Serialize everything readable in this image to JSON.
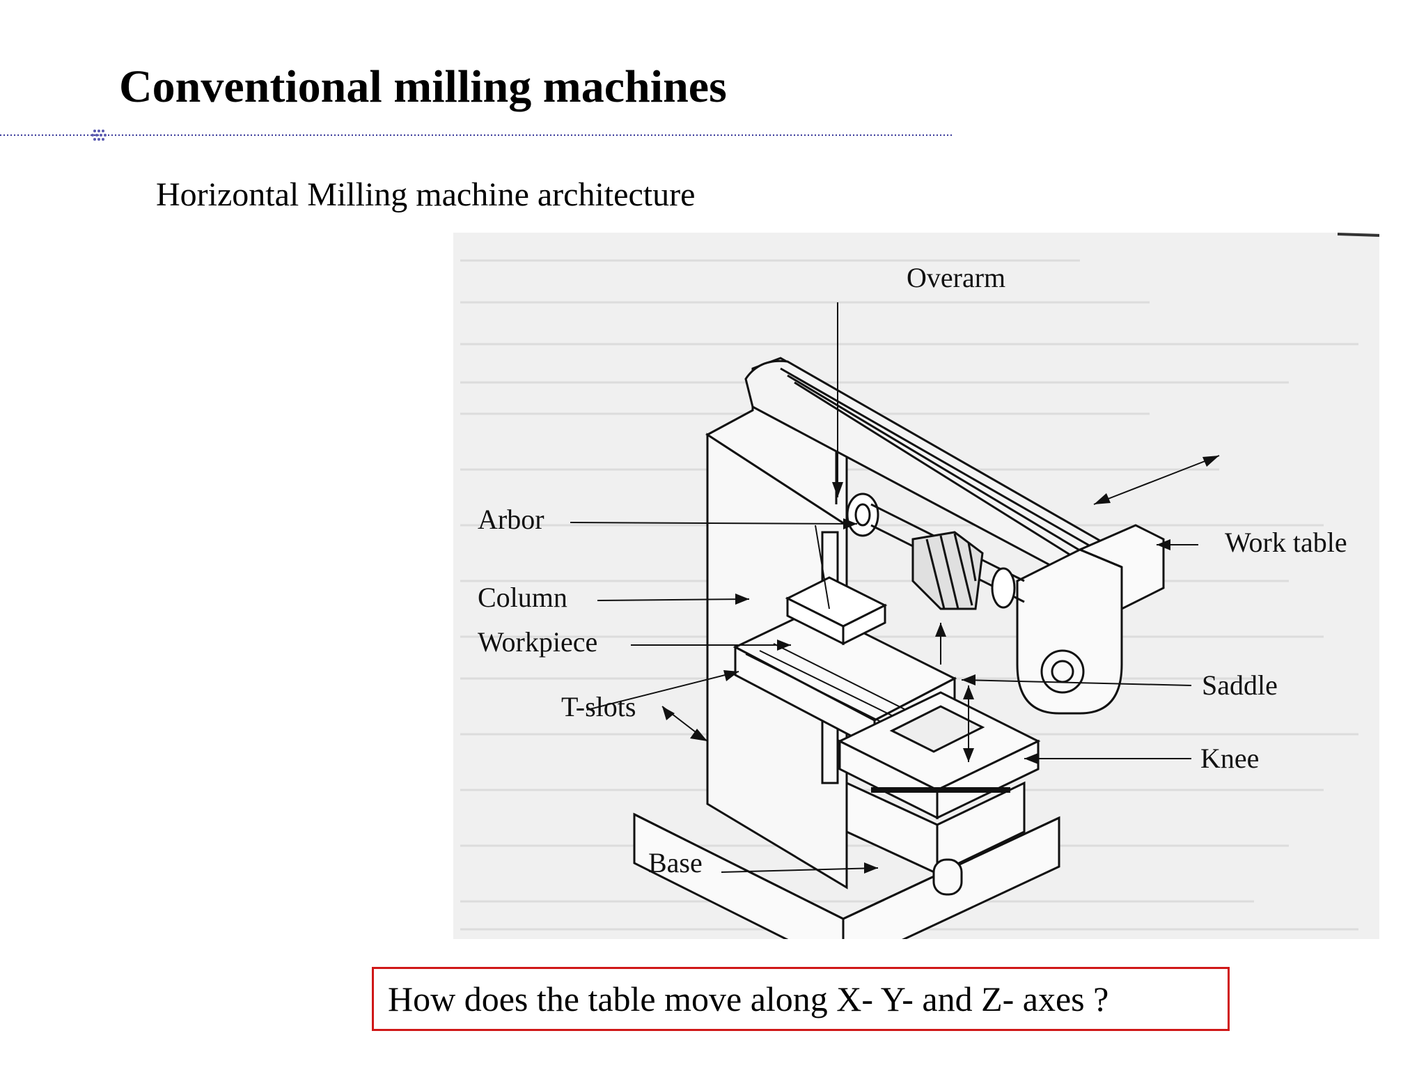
{
  "slide": {
    "title": "Conventional milling machines",
    "subtitle": "Horizontal Milling machine architecture"
  },
  "figure": {
    "labels": {
      "overarm": "Overarm",
      "work_table": "Work table",
      "arbor": "Arbor",
      "column": "Column",
      "workpiece": "Workpiece",
      "saddle": "Saddle",
      "t_slots": "T-slots",
      "knee": "Knee",
      "base": "Base"
    }
  },
  "question": {
    "text": "How does the table move along X- Y- and Z- axes ?"
  },
  "colors": {
    "question_border": "#d01818",
    "figure_background": "#f0f0f0"
  }
}
